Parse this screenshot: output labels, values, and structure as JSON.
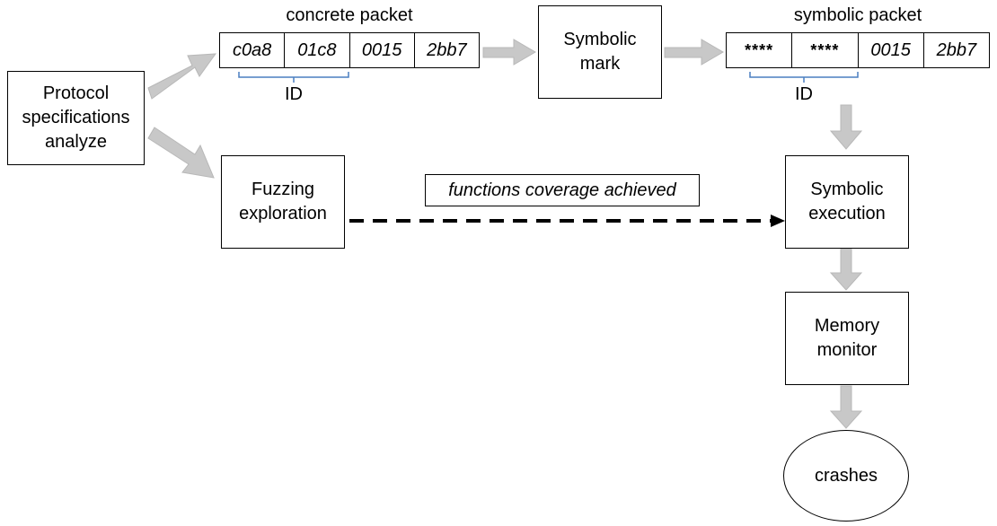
{
  "nodes": {
    "protocol": "Protocol\nspecifications\nanalyze",
    "symbolic_mark": "Symbolic\nmark",
    "fuzzing": "Fuzzing\nexploration",
    "symbolic_execution": "Symbolic\nexecution",
    "memory_monitor": "Memory\nmonitor",
    "crashes": "crashes"
  },
  "concrete_packet": {
    "title": "concrete packet",
    "cells": [
      "c0a8",
      "01c8",
      "0015",
      "2bb7"
    ],
    "id_label": "ID"
  },
  "symbolic_packet": {
    "title": "symbolic packet",
    "cells": [
      "****",
      "****",
      "0015",
      "2bb7"
    ],
    "id_label": "ID"
  },
  "edge_label": "functions coverage achieved",
  "colors": {
    "arrow_fill": "#c8c8c8",
    "bracket": "#4a7fc1",
    "line": "#000000"
  }
}
